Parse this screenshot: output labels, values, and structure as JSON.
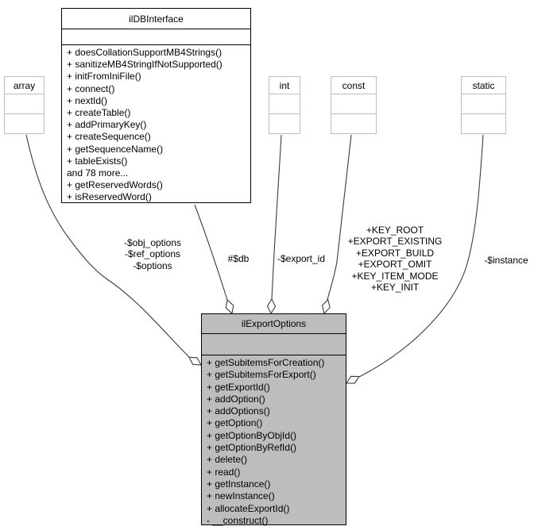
{
  "diagram": {
    "classes": {
      "ilDBInterface": {
        "title": "ilDBInterface",
        "methods": [
          "+ doesCollationSupportMB4Strings()",
          "+ sanitizeMB4StringIfNotSupported()",
          "+ initFromIniFile()",
          "+ connect()",
          "+ nextId()",
          "+ createTable()",
          "+ addPrimaryKey()",
          "+ createSequence()",
          "+ getSequenceName()",
          "+ tableExists()",
          "and 78 more...",
          "+ getReservedWords()",
          "+ isReservedWord()"
        ]
      },
      "ilExportOptions": {
        "title": "ilExportOptions",
        "methods": [
          "+ getSubitemsForCreation()",
          "+ getSubitemsForExport()",
          "+ getExportId()",
          "+ addOption()",
          "+ addOptions()",
          "+ getOption()",
          "+ getOptionByObjId()",
          "+ getOptionByRefId()",
          "+ delete()",
          "+ read()",
          "+ getInstance()",
          "+ newInstance()",
          "+ allocateExportId()",
          "- __construct()"
        ]
      }
    },
    "types": {
      "array": {
        "label": "array"
      },
      "int": {
        "label": "int"
      },
      "const": {
        "label": "const"
      },
      "static": {
        "label": "static"
      }
    },
    "edges": {
      "array": {
        "label_lines": [
          "-$obj_options",
          "-$ref_options",
          "-$options"
        ]
      },
      "db": {
        "label_lines": [
          "#$db"
        ]
      },
      "int": {
        "label_lines": [
          "-$export_id"
        ]
      },
      "const": {
        "label_lines": [
          "+KEY_ROOT",
          "+EXPORT_EXISTING",
          "+EXPORT_BUILD",
          "+EXPORT_OMIT",
          "+KEY_ITEM_MODE",
          "+KEY_INIT"
        ]
      },
      "static": {
        "label_lines": [
          "-$instance"
        ]
      }
    },
    "colors": {
      "highlight_fill": "#bdbdbd",
      "class_border": "#000000",
      "type_border": "#bebebe",
      "edge": "#3c3c3c",
      "background": "#ffffff"
    }
  }
}
